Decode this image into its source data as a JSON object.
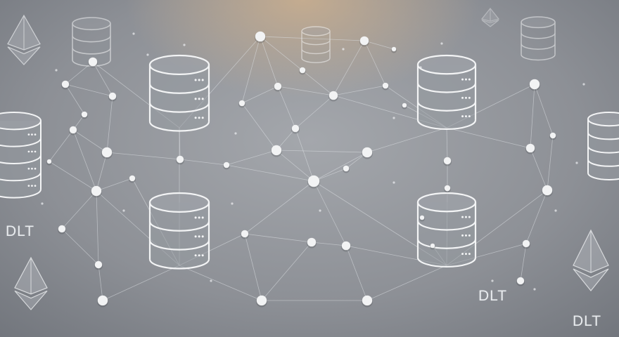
{
  "illustration": {
    "labels": [
      "DLT",
      "DLT",
      "DLT"
    ],
    "icons": {
      "database": "database-icon",
      "ethereum": "ethereum-icon"
    },
    "colors": {
      "background_center": "#a4a7ac",
      "background_edge": "#6c7077",
      "warm_glow": "#cdb08e",
      "line": "#dfe2e6",
      "node": "#f2f3f4"
    }
  }
}
